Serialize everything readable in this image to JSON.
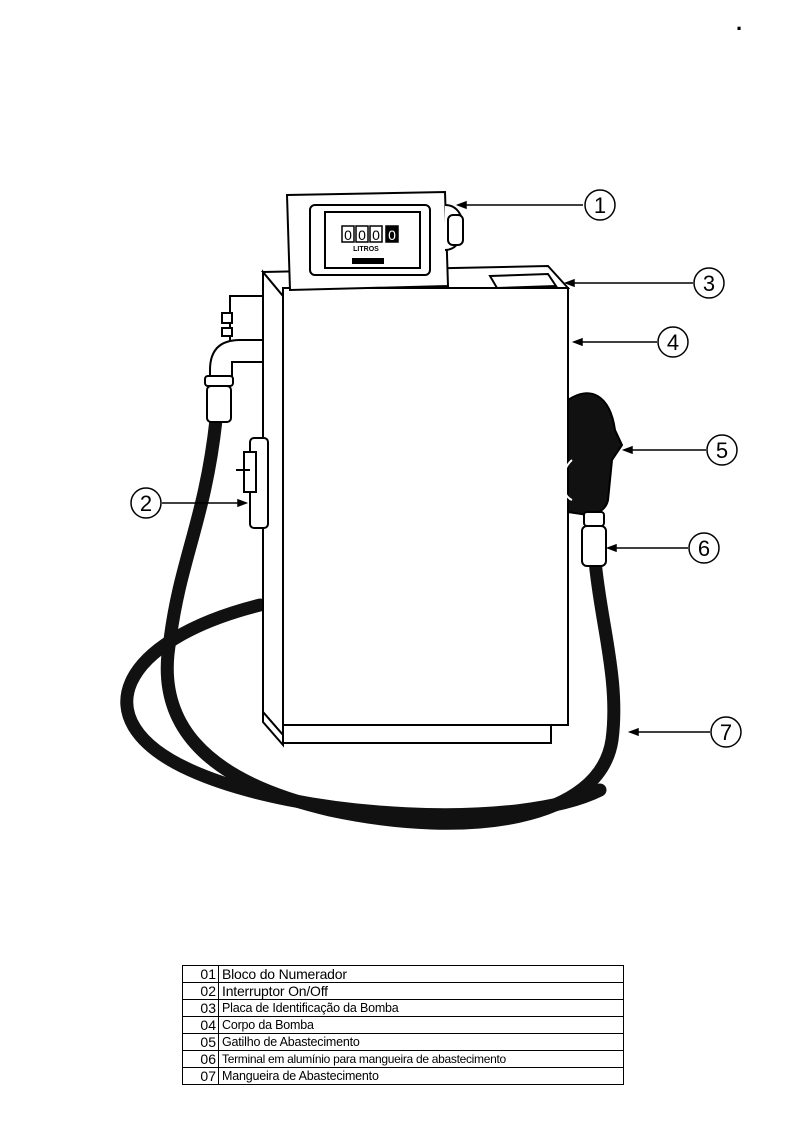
{
  "top_mark": ".",
  "counter": {
    "digits": [
      "0",
      "0",
      "0",
      "0"
    ],
    "label": "LITROS"
  },
  "callouts": [
    "1",
    "2",
    "3",
    "4",
    "5",
    "6",
    "7"
  ],
  "legend": [
    {
      "num": "01",
      "desc": "Bloco do Numerador"
    },
    {
      "num": "02",
      "desc": "Interruptor On/Off"
    },
    {
      "num": "03",
      "desc": "Placa de Identificação da Bomba"
    },
    {
      "num": "04",
      "desc": "Corpo da Bomba"
    },
    {
      "num": "05",
      "desc": "Gatilho de Abastecimento"
    },
    {
      "num": "06",
      "desc": "Terminal em alumínio para mangueira de abastecimento"
    },
    {
      "num": "07",
      "desc": "Mangueira de Abastecimento"
    }
  ],
  "colors": {
    "line": "#000000",
    "hose": "#111111",
    "body": "#ffffff"
  }
}
